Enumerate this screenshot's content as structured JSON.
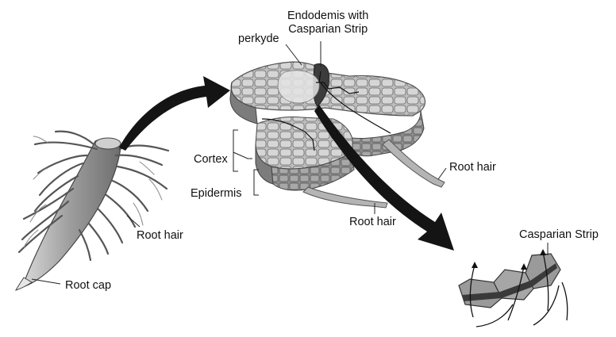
{
  "labels": {
    "endodermis": "Endodemis with",
    "endodermis_2": "Casparian Strip",
    "perkyde": "perkyde",
    "cortex": "Cortex",
    "epidermis": "Epidermis",
    "root_hair_left": "Root hair",
    "root_cap": "Root cap",
    "root_hair_mid": "Root hair",
    "root_hair_right": "Root hair",
    "casparian_strip": "Casparian Strip"
  },
  "colors": {
    "arrow": "#141414",
    "ink": "#111111",
    "tissue_light": "#cfcfcf",
    "tissue_mid": "#9a9a9a",
    "tissue_dark": "#555555"
  }
}
